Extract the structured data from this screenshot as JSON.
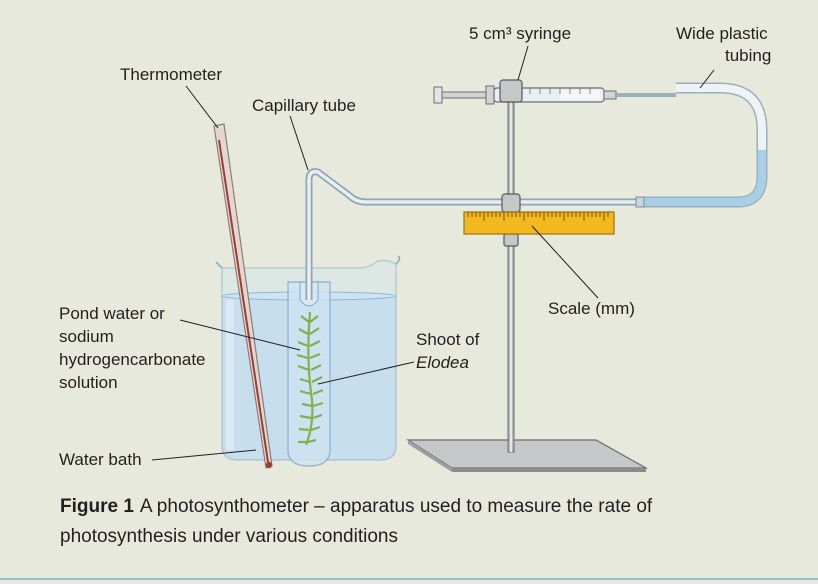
{
  "labels": {
    "thermometer": "Thermometer",
    "capillary_tube": "Capillary tube",
    "syringe": "5 cm³ syringe",
    "tubing_line1": "Wide plastic",
    "tubing_line2": "tubing",
    "pond_water_line1": "Pond water or",
    "pond_water_line2": "sodium",
    "pond_water_line3": "hydrogencarbonate",
    "pond_water_line4": "solution",
    "shoot_line1": "Shoot of",
    "shoot_line2": "Elodea",
    "scale": "Scale (mm)",
    "water_bath": "Water bath"
  },
  "caption": {
    "label": "Figure 1",
    "text": "A photosynthometer – apparatus used to measure the rate of photosynthesis under various conditions"
  },
  "colors": {
    "background": "#e6e9db",
    "water": "#a9cfe8",
    "glass": "#d4e6f1",
    "scale": "#f2b81e",
    "stand": "#a7a9ac",
    "plant": "#8cbf5a"
  }
}
